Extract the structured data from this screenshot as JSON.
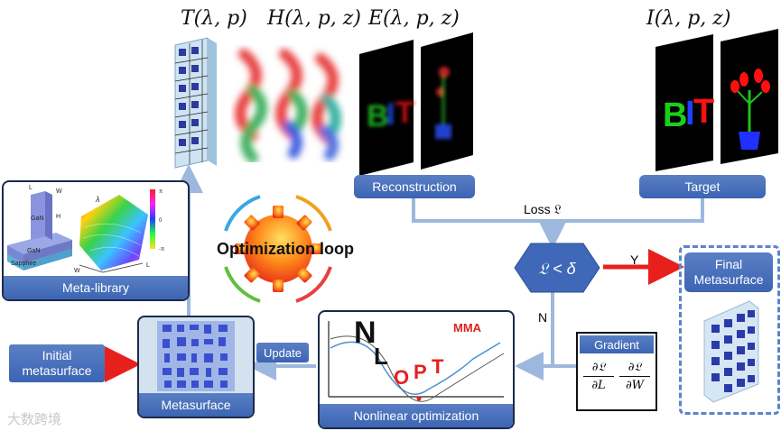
{
  "formulas": {
    "T": "T(λ, p)",
    "H": "H(λ, p, z)",
    "E": "E(λ, p, z)",
    "I": "I(λ, p, z)"
  },
  "labels": {
    "reconstruction": "Reconstruction",
    "target": "Target",
    "loss": "Loss  𝔏",
    "condition": "𝔏 < δ",
    "yes": "Y",
    "no": "N",
    "final": "Final\nMetasurface",
    "final_line1": "Final",
    "final_line2": "Metasurface",
    "meta_library": "Meta-library",
    "optimization_loop": "Optimization loop",
    "update": "Update",
    "initial_line1": "Initial",
    "initial_line2": "metasurface",
    "metasurface": "Metasurface",
    "nonlinear": "Nonlinear optimization",
    "mma": "MMA",
    "nlopt": [
      "N",
      "L",
      "O",
      "P",
      "T"
    ],
    "gradient": "Gradient",
    "grad_num": "∂𝔏",
    "grad_den_L": "∂L",
    "grad_den_W": "∂W",
    "bit": [
      "B",
      "I",
      "T"
    ],
    "lib_gan_top": "GaN",
    "lib_gan_base": "GaN",
    "lib_sapphire": "Sapphire",
    "lib_L": "L",
    "lib_W": "W",
    "lib_H": "H",
    "lib_lambda": "λ",
    "lib_ax_W": "W",
    "lib_ax_L": "L",
    "lib_cb_top": "π",
    "lib_cb_mid": "0",
    "lib_cb_bot": "-π",
    "watermark": "大数跨境"
  },
  "colors": {
    "box_blue": "#4a72be",
    "arrow_blue": "#9db8de",
    "arrow_red": "#e8201c",
    "dark_navy": "#1c2a4a",
    "dashed_frame": "#5b85c8"
  }
}
